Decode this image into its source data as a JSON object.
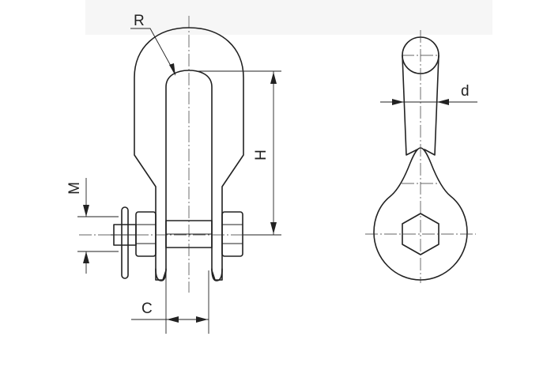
{
  "diagram": {
    "labels": {
      "R": "R",
      "H": "H",
      "M": "M",
      "C": "C",
      "d": "d"
    },
    "colors": {
      "line": "#222222",
      "background": "#ffffff",
      "band": "#f6f6f6"
    }
  }
}
